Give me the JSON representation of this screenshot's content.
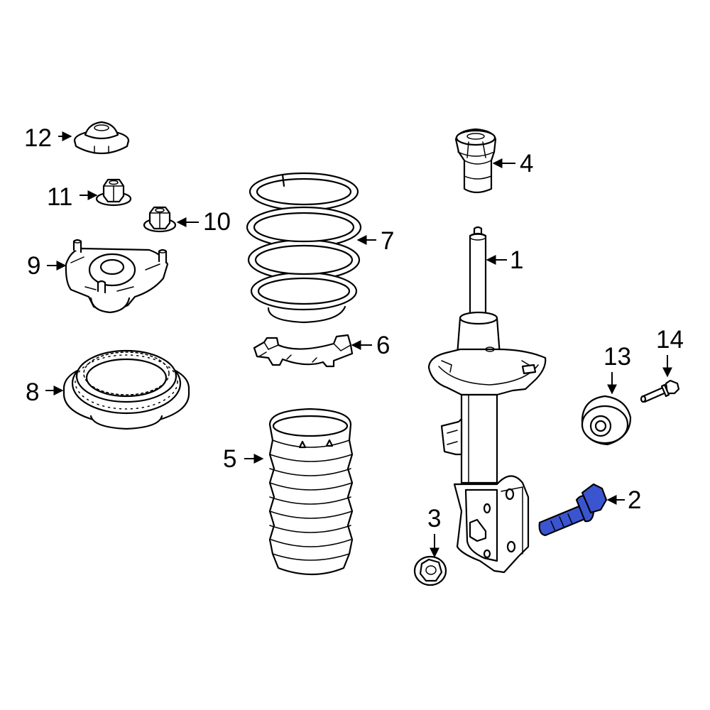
{
  "diagram": {
    "highlight_color": "#3b55d1",
    "callouts": [
      {
        "id": "1",
        "label": "1"
      },
      {
        "id": "2",
        "label": "2"
      },
      {
        "id": "3",
        "label": "3"
      },
      {
        "id": "4",
        "label": "4"
      },
      {
        "id": "5",
        "label": "5"
      },
      {
        "id": "6",
        "label": "6"
      },
      {
        "id": "7",
        "label": "7"
      },
      {
        "id": "8",
        "label": "8"
      },
      {
        "id": "9",
        "label": "9"
      },
      {
        "id": "10",
        "label": "10"
      },
      {
        "id": "11",
        "label": "11"
      },
      {
        "id": "12",
        "label": "12"
      },
      {
        "id": "13",
        "label": "13"
      },
      {
        "id": "14",
        "label": "14"
      }
    ],
    "highlighted_part": "2"
  }
}
